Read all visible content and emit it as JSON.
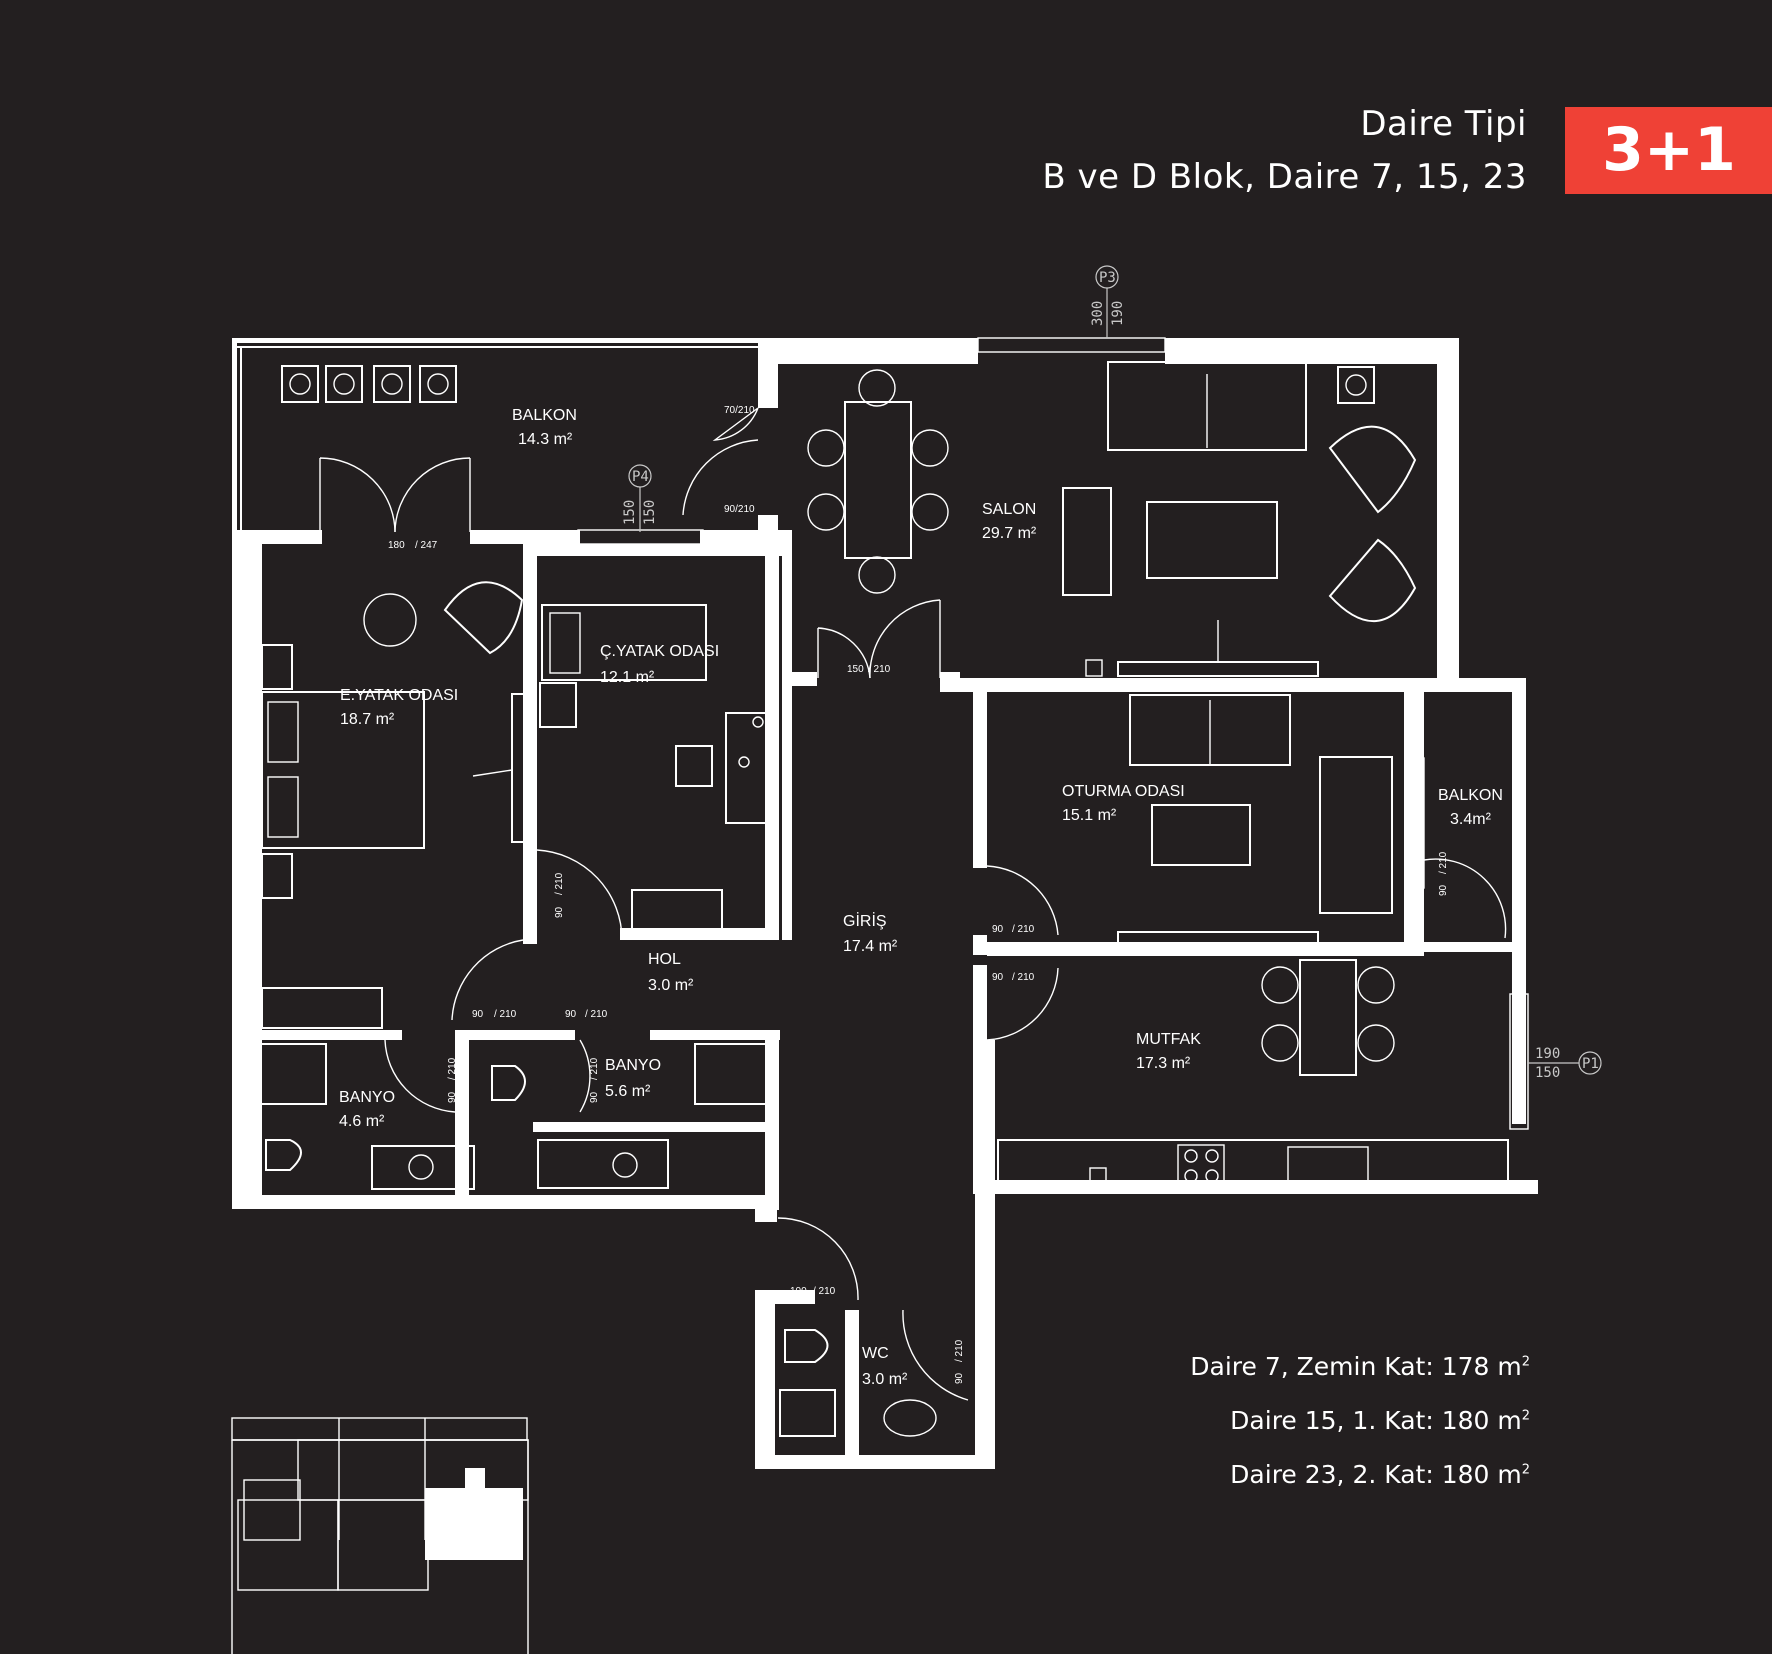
{
  "header": {
    "title": "Daire Tipi",
    "subtitle": "B ve D Blok, Daire 7, 15, 23",
    "type_badge": "3+1"
  },
  "rooms": [
    {
      "name": "BALKON",
      "area": "14.3 m²"
    },
    {
      "name": "SALON",
      "area": "29.7 m²"
    },
    {
      "name": "E.YATAK ODASI",
      "area": "18.7 m²"
    },
    {
      "name": "Ç.YATAK ODASI",
      "area": "12.1 m²"
    },
    {
      "name": "OTURMA ODASI",
      "area": "15.1 m²"
    },
    {
      "name": "BALKON",
      "area": "3.4m²"
    },
    {
      "name": "GİRİŞ",
      "area": "17.4 m²"
    },
    {
      "name": "HOL",
      "area": "3.0 m²"
    },
    {
      "name": "MUTFAK",
      "area": "17.3 m²"
    },
    {
      "name": "BANYO",
      "area": "4.6 m²"
    },
    {
      "name": "BANYO",
      "area": "5.6 m²"
    },
    {
      "name": "WC",
      "area": "3.0 m²"
    }
  ],
  "door_labels": [
    "70/210",
    "90/210",
    "180",
    "/ 247",
    "150",
    "/ 210",
    "90",
    "/ 210",
    "90",
    "/ 210",
    "90",
    "/ 210",
    "90",
    "/ 210",
    "90",
    "/ 210",
    "90",
    "/ 210",
    "90",
    "/ 210",
    "100",
    "/ 210",
    "90",
    "/ 210",
    "90",
    "/ 210"
  ],
  "window_tags": [
    {
      "id": "P3",
      "top": "300",
      "bottom": "190"
    },
    {
      "id": "P4",
      "top": "150",
      "bottom": "150"
    },
    {
      "id": "P1",
      "top": "190",
      "bottom": "150"
    }
  ],
  "unit_areas": [
    {
      "label": "Daire 7, Zemin Kat: 178 m",
      "sup": "2"
    },
    {
      "label": "Daire 15, 1. Kat: 180 m",
      "sup": "2"
    },
    {
      "label": "Daire 23, 2. Kat: 180 m",
      "sup": "2"
    }
  ]
}
